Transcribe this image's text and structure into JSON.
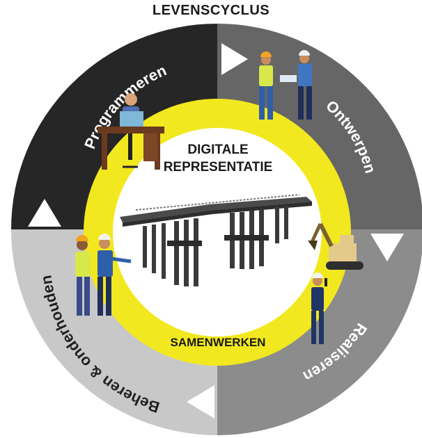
{
  "title": "LEVENSCYCLUS",
  "phases": [
    {
      "label": "Programmeren",
      "color": "#262626"
    },
    {
      "label": "Ontwerpen",
      "color": "#666666"
    },
    {
      "label": "Realiseren",
      "color": "#8c8c8c"
    },
    {
      "label": "Beheren & onderhouden",
      "color": "#c8c8c8"
    }
  ],
  "inner_ring": {
    "label": "SAMENWERKEN",
    "color": "#f2e81f"
  },
  "center": {
    "line1": "DIGITALE",
    "line2": "REPRESENTATIE"
  },
  "icons": [
    "programmer-at-desk-icon",
    "engineers-with-blueprint-icon",
    "excavator-icon",
    "worker-with-radio-icon",
    "inspectors-pointing-icon",
    "bridge-model-icon"
  ]
}
